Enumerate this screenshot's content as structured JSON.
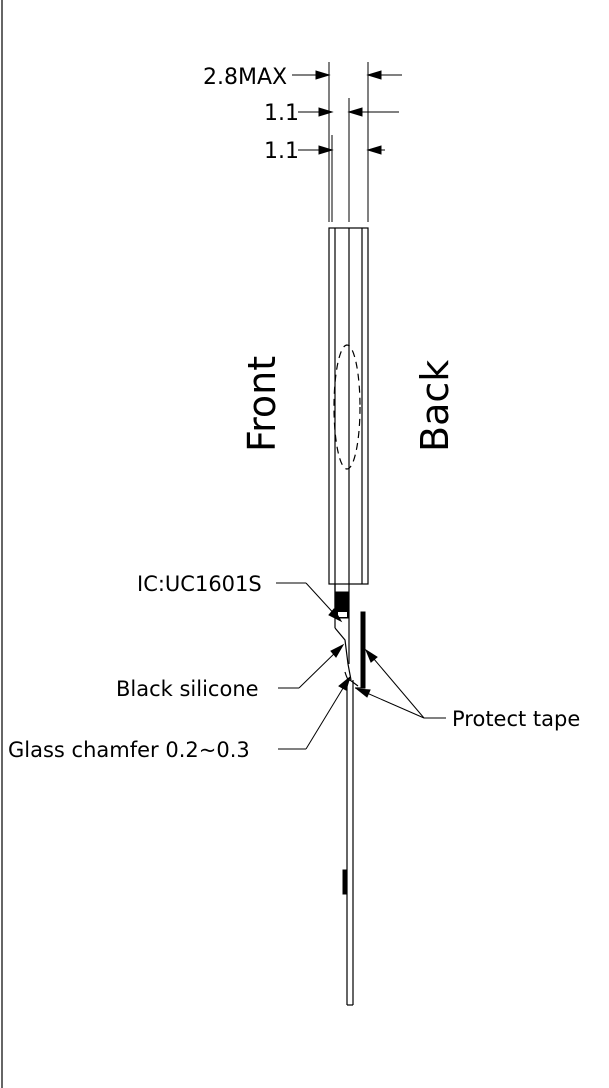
{
  "dimensions": {
    "total_thickness": "2.8MAX",
    "layer_1": "1.1",
    "layer_2": "1.1"
  },
  "views": {
    "front": "Front",
    "back": "Back"
  },
  "callouts": {
    "ic": "IC:UC1601S",
    "black_silicone": "Black silicone",
    "glass_chamfer": "Glass chamfer 0.2~0.3",
    "protect_tape": "Protect tape"
  }
}
